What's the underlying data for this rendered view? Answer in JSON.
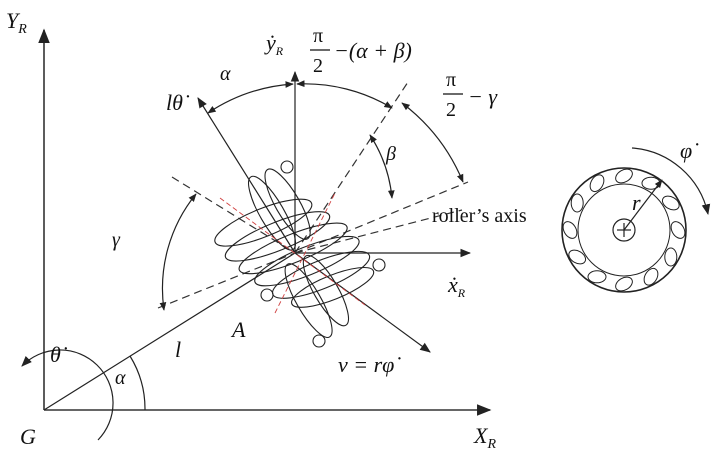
{
  "labels": {
    "y_axis": "Y",
    "y_axis_sub": "R",
    "x_axis": "X",
    "x_axis_sub": "R",
    "origin": "G",
    "theta_dot": "θ̇",
    "alpha_top": "α",
    "alpha_bottom": "α",
    "l_theta_dot": "lθ̇",
    "y_dot": "ẏ",
    "y_dot_sub": "R",
    "x_dot": "ẋ",
    "x_dot_sub": "R",
    "pi_over_2_a_num": "π",
    "pi_over_2_a_den": "2",
    "pi_over_2_a_rest": "−(α + β)",
    "pi_over_2_b_num": "π",
    "pi_over_2_b_den": "2",
    "pi_over_2_b_rest": "− γ",
    "beta": "β",
    "gamma": "γ",
    "roller_axis": "roller’s axis",
    "point_A": "A",
    "l": "l",
    "velocity": "v = rφ̇",
    "phi_dot": "φ̇",
    "r": "r"
  }
}
